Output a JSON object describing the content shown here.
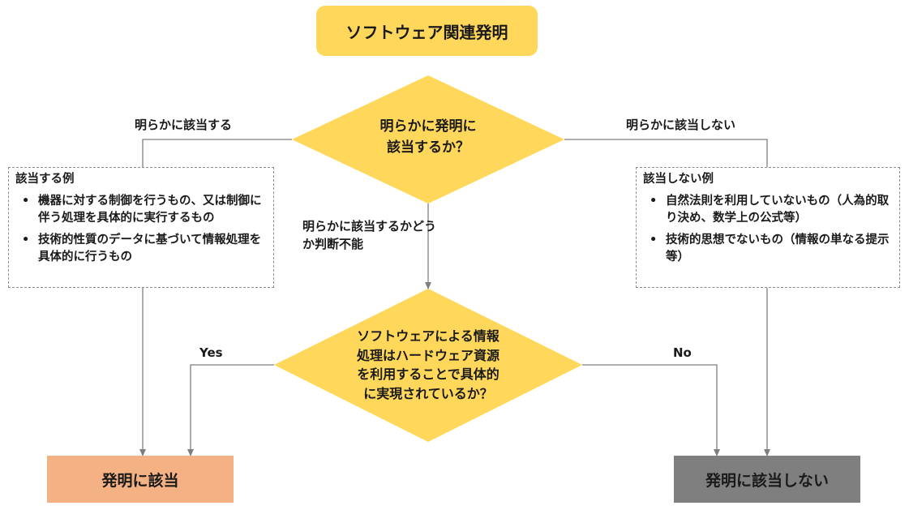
{
  "title": "ソフトウェア関連発明",
  "decision1": {
    "lines": [
      "明らかに発明に",
      "該当するか？"
    ],
    "label_left": "明らかに該当する",
    "label_right": "明らかに該当しない",
    "label_down": "明らかに該当するかどうか判断不能"
  },
  "examples_applicable": {
    "title": "該当する例",
    "items": [
      "機器に対する制御を行うもの、又は制御に伴う処理を具体的に実行するもの",
      "技術的性質のデータに基づいて情報処理を具体的に行うもの"
    ]
  },
  "examples_not_applicable": {
    "title": "該当しない例",
    "items": [
      "自然法則を利用していないもの（人為的取り決め、数学上の公式等）",
      "技術的思想でないもの（情報の単なる提示等）"
    ]
  },
  "decision2": {
    "lines": [
      "ソフトウェアによる情報",
      "処理はハードウェア資源",
      "を利用することで具体的",
      "に実現されているか？"
    ],
    "label_yes": "Yes",
    "label_no": "No"
  },
  "result_yes": "発明に該当",
  "result_no": "発明に該当しない",
  "colors": {
    "title_fill": "#ffd75b",
    "diamond_fill": "#ffd75b",
    "result_yes_fill": "#f4b183",
    "result_no_fill": "#7f7f7f",
    "connector": "#7f7f7f"
  }
}
